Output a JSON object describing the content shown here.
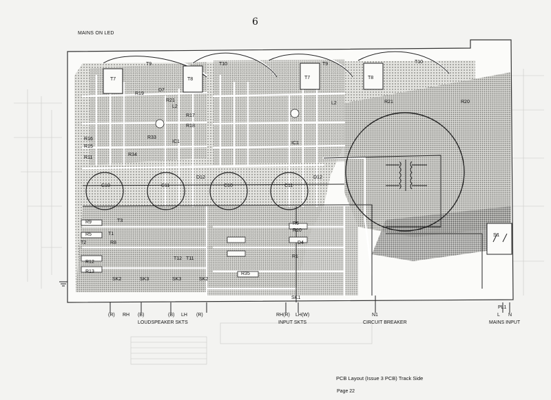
{
  "page_number": "6",
  "mains_led_label": "MAINS ON LED",
  "caption": "PCB Layout (Issue 3 PCB) Track Side",
  "page_label": "Page 22",
  "connector_labels": {
    "r1": "(R)",
    "rh": "RH",
    "b1": "(B)",
    "b2": "(B)",
    "lh": "LH",
    "r2": "(R)",
    "rh_r": "RH(R)",
    "lh_w": "LH(W)",
    "n1": "N1",
    "pl1": "PL1",
    "l": "L",
    "n": "N"
  },
  "group_labels": {
    "loudspeaker": "LOUDSPEAKER SKTS",
    "input": "INPUT SKTS",
    "breaker": "CIRCUIT BREAKER",
    "mains_input": "MAINS INPUT"
  },
  "switch_label": "S1",
  "component_labels": {
    "t7a": "T7",
    "t8a": "T8",
    "t7b": "T7",
    "t8b": "T8",
    "t9a": "T9",
    "t10a": "T10",
    "t9b": "T9",
    "t10b": "T10",
    "c10a": "C10",
    "c11a": "C11",
    "c10b": "C10",
    "c11b": "C11",
    "r19": "R19",
    "l2a": "L2",
    "l2b": "L2",
    "r21a": "R21",
    "r21b": "R21",
    "r20": "R20",
    "d7": "D7",
    "r17": "R17",
    "r18": "R18",
    "r16": "R16",
    "r15": "R15",
    "r11": "R11",
    "r34": "R34",
    "r33": "R33",
    "ic1a": "IC1",
    "ic1b": "IC1",
    "d12a": "D12",
    "d12b": "D12",
    "r9": "R9",
    "r5": "R5",
    "r8": "R8",
    "r12": "R12",
    "r13": "R13",
    "t1": "T1",
    "t2": "T2",
    "t3": "T3",
    "t11": "T11",
    "t12": "T12",
    "sk1": "SK1",
    "sk2a": "SK2",
    "sk3a": "SK3",
    "sk3b": "SK3",
    "sk2b": "SK2",
    "r35": "R35",
    "r6": "R6",
    "r10": "R10",
    "d4": "D4",
    "r1": "R1"
  }
}
